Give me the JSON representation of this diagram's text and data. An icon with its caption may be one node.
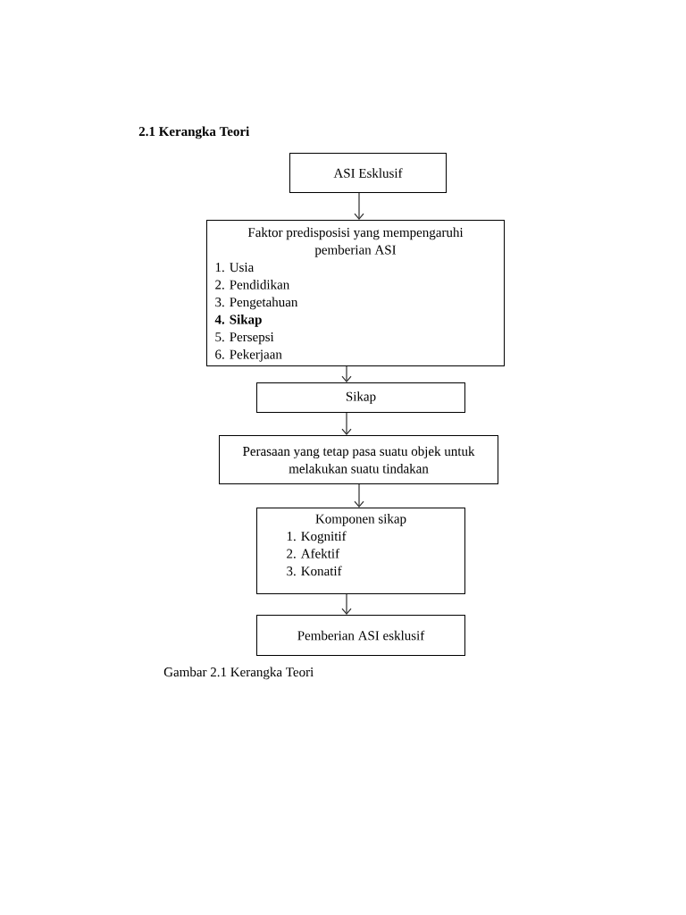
{
  "diagram": {
    "title": "2.1 Kerangka Teori",
    "caption": "Gambar 2.1 Kerangka Teori",
    "nodes": [
      {
        "text": [
          "ASI Esklusif"
        ]
      },
      {
        "text": [
          "Faktor predisposisi yang mempengaruhi pemberian ASI",
          "1. Usia",
          "2. Pendidikan",
          "3. Pengetahuan",
          "4. Sikap",
          "5. Persepsi",
          "6. Pekerjaan"
        ]
      },
      {
        "text": [
          "Sikap"
        ]
      },
      {
        "text": [
          "Perasaan yang tetap pasa suatu objek untuk melakukan suatu tindakan"
        ]
      },
      {
        "text": [
          "Komponen sikap",
          "1. Kognitif",
          "2. Afektif",
          "3. Konatif"
        ]
      },
      {
        "text": [
          "Pemberian ASI esklusif"
        ]
      }
    ],
    "edges": [
      {
        "from": 0,
        "to": 1,
        "arrow": "to"
      },
      {
        "from": 1,
        "to": 2,
        "arrow": "to"
      },
      {
        "from": 2,
        "to": 3,
        "arrow": "to"
      },
      {
        "from": 3,
        "to": 4,
        "arrow": "to"
      },
      {
        "from": 4,
        "to": 5,
        "arrow": "to"
      }
    ]
  }
}
